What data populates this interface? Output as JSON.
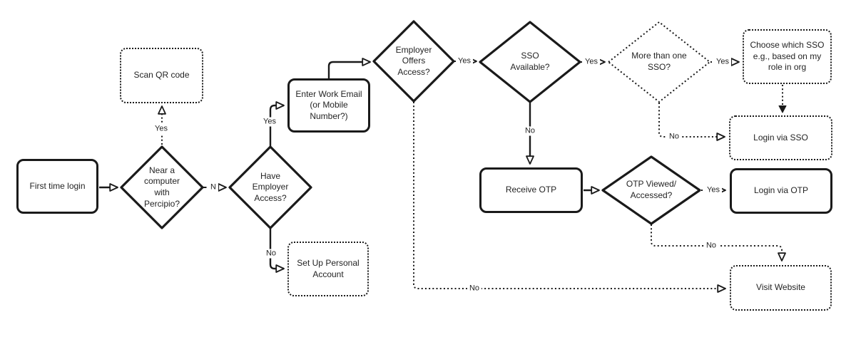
{
  "diagram": {
    "type": "flowchart",
    "background_color": "#ffffff",
    "line_color": "#1a1a1a",
    "text_color": "#242424",
    "nodes": {
      "first_time_login": {
        "label": "First time login",
        "shape": "rounded-rect",
        "border": "solid"
      },
      "scan_qr_code": {
        "label": "Scan QR code",
        "shape": "rounded-rect",
        "border": "dotted"
      },
      "near_computer": {
        "label": "Near a computer with Percipio?",
        "shape": "diamond",
        "border": "solid"
      },
      "have_employer_access": {
        "label": "Have Employer Access?",
        "shape": "diamond",
        "border": "solid"
      },
      "enter_work_email": {
        "label": "Enter Work Email (or Mobile Number?)",
        "shape": "rounded-rect",
        "border": "solid"
      },
      "set_up_personal_account": {
        "label": "Set Up Personal Account",
        "shape": "rounded-rect",
        "border": "dotted"
      },
      "employer_offers_access": {
        "label": "Employer Offers Access?",
        "shape": "diamond",
        "border": "solid"
      },
      "sso_available": {
        "label": "SSO Available?",
        "shape": "diamond",
        "border": "solid"
      },
      "more_than_one_sso": {
        "label": "More than one SSO?",
        "shape": "diamond",
        "border": "dotted"
      },
      "choose_which_sso": {
        "label": "Choose which SSO e.g., based on my role in org",
        "shape": "rounded-rect",
        "border": "dotted"
      },
      "login_via_sso": {
        "label": "Login via SSO",
        "shape": "rounded-rect",
        "border": "dotted"
      },
      "receive_otp": {
        "label": "Receive OTP",
        "shape": "rounded-rect",
        "border": "solid"
      },
      "otp_viewed_accessed": {
        "label": "OTP Viewed/ Accessed?",
        "shape": "diamond",
        "border": "solid"
      },
      "login_via_otp": {
        "label": "Login via OTP",
        "shape": "rounded-rect",
        "border": "solid"
      },
      "visit_website": {
        "label": "Visit Website",
        "shape": "rounded-rect",
        "border": "dotted"
      }
    },
    "edges": [
      {
        "from": "first_time_login",
        "to": "near_computer",
        "label": "",
        "style": "solid"
      },
      {
        "from": "near_computer",
        "to": "scan_qr_code",
        "label": "Yes",
        "style": "dotted"
      },
      {
        "from": "near_computer",
        "to": "have_employer_access",
        "label": "N",
        "style": "dashed"
      },
      {
        "from": "have_employer_access",
        "to": "enter_work_email",
        "label": "Yes",
        "style": "solid"
      },
      {
        "from": "have_employer_access",
        "to": "set_up_personal_account",
        "label": "No",
        "style": "solid"
      },
      {
        "from": "enter_work_email",
        "to": "employer_offers_access",
        "label": "",
        "style": "solid"
      },
      {
        "from": "employer_offers_access",
        "to": "sso_available",
        "label": "Yes",
        "style": "dotted"
      },
      {
        "from": "employer_offers_access",
        "to": "visit_website",
        "label": "No",
        "style": "dotted"
      },
      {
        "from": "sso_available",
        "to": "more_than_one_sso",
        "label": "Yes",
        "style": "dotted"
      },
      {
        "from": "sso_available",
        "to": "receive_otp",
        "label": "No",
        "style": "solid"
      },
      {
        "from": "more_than_one_sso",
        "to": "choose_which_sso",
        "label": "Yes",
        "style": "dotted"
      },
      {
        "from": "more_than_one_sso",
        "to": "login_via_sso",
        "label": "No",
        "style": "dotted"
      },
      {
        "from": "choose_which_sso",
        "to": "login_via_sso",
        "label": "",
        "style": "dotted"
      },
      {
        "from": "receive_otp",
        "to": "otp_viewed_accessed",
        "label": "",
        "style": "solid"
      },
      {
        "from": "otp_viewed_accessed",
        "to": "login_via_otp",
        "label": "Yes",
        "style": "dotted"
      },
      {
        "from": "otp_viewed_accessed",
        "to": "visit_website",
        "label": "No",
        "style": "dotted"
      }
    ]
  }
}
